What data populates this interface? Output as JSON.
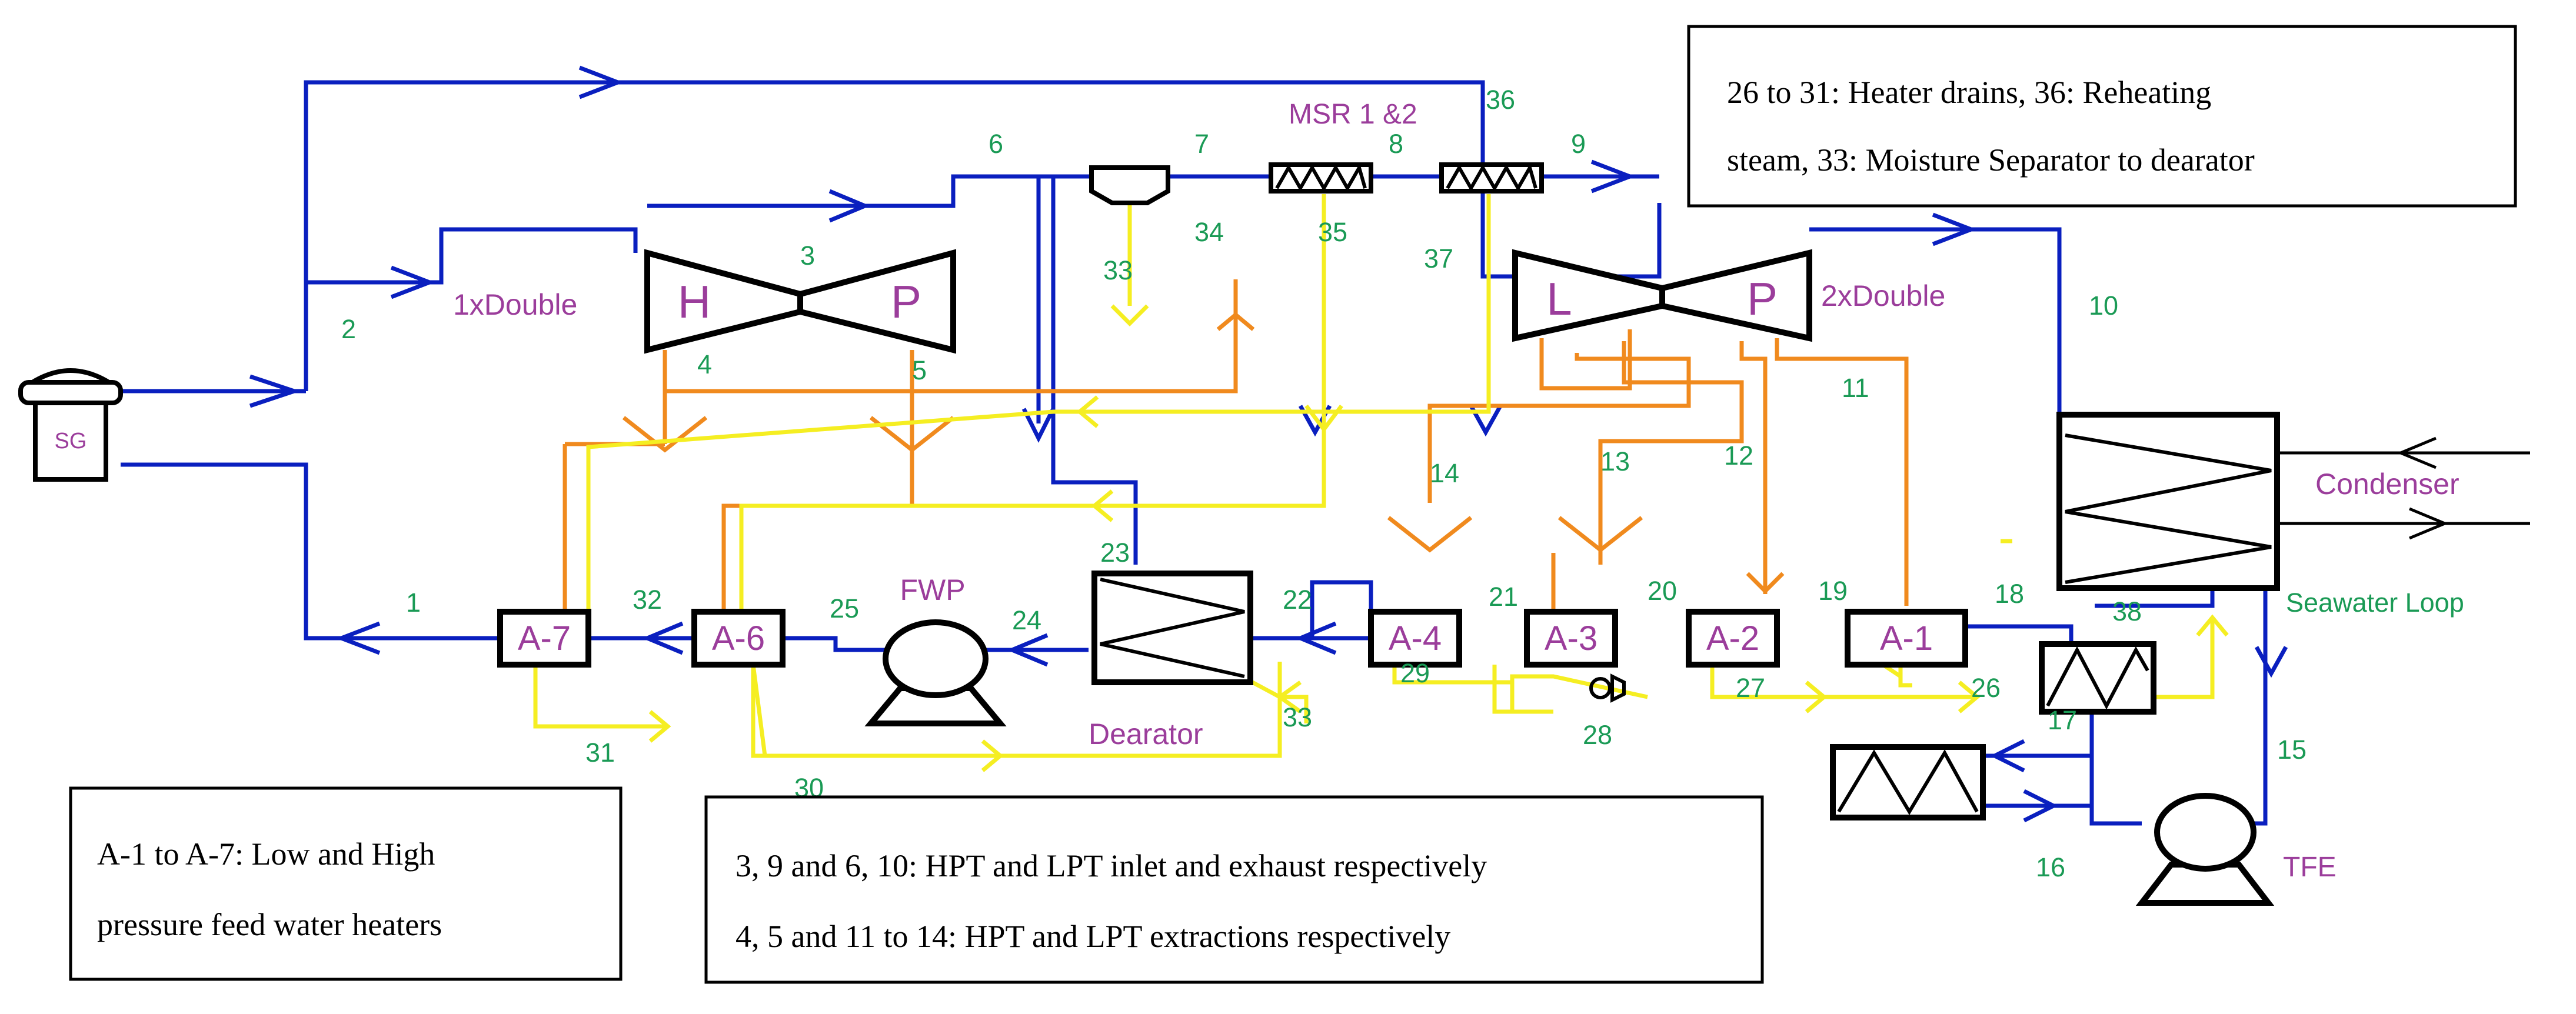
{
  "colors": {
    "feedwater": "#0a1fbf",
    "extraction": "#f08a1e",
    "drain": "#f5ee22",
    "stream_number": "#1a9a55",
    "component_label": "#9b3d9b"
  },
  "components": {
    "sg": "SG",
    "hpt_h": "H",
    "hpt_p": "P",
    "hpt_desc": "1xDouble",
    "lpt_l": "L",
    "lpt_p": "P",
    "lpt_desc": "2xDouble",
    "msr": "MSR 1 &2",
    "condenser": "Condenser",
    "seawater": "Seawater Loop",
    "fwp": "FWP",
    "dearator": "Dearator",
    "tfe": "TFE",
    "heaters": [
      "A-7",
      "A-6",
      "A-4",
      "A-3",
      "A-2",
      "A-1"
    ]
  },
  "streams": {
    "s1": "1",
    "s2": "2",
    "s3": "3",
    "s4": "4",
    "s5": "5",
    "s6": "6",
    "s7": "7",
    "s8": "8",
    "s9": "9",
    "s10": "10",
    "s11": "11",
    "s12": "12",
    "s13": "13",
    "s14": "14",
    "s15": "15",
    "s16": "16",
    "s17": "17",
    "s18": "18",
    "s19": "19",
    "s20": "20",
    "s21": "21",
    "s22": "22",
    "s23": "23",
    "s24": "24",
    "s25": "25",
    "s26": "26",
    "s27": "27",
    "s28": "28",
    "s29": "29",
    "s30": "30",
    "s31": "31",
    "s32": "32",
    "s33a": "33",
    "s33b": "33",
    "s34": "34",
    "s35": "35",
    "s36": "36",
    "s37": "37",
    "s38": "38"
  },
  "legend": {
    "top_right_line1": "26 to 31: Heater drains, 36: Reheating",
    "top_right_line2": "steam, 33: Moisture Separator to dearator",
    "bottom_left_line1": "A-1 to A-7: Low and High",
    "bottom_left_line2": "pressure feed water heaters",
    "bottom_mid_line1": "3, 9 and 6, 10: HPT and LPT inlet and exhaust respectively",
    "bottom_mid_line2": "4, 5 and 11 to 14: HPT and LPT extractions respectively"
  }
}
